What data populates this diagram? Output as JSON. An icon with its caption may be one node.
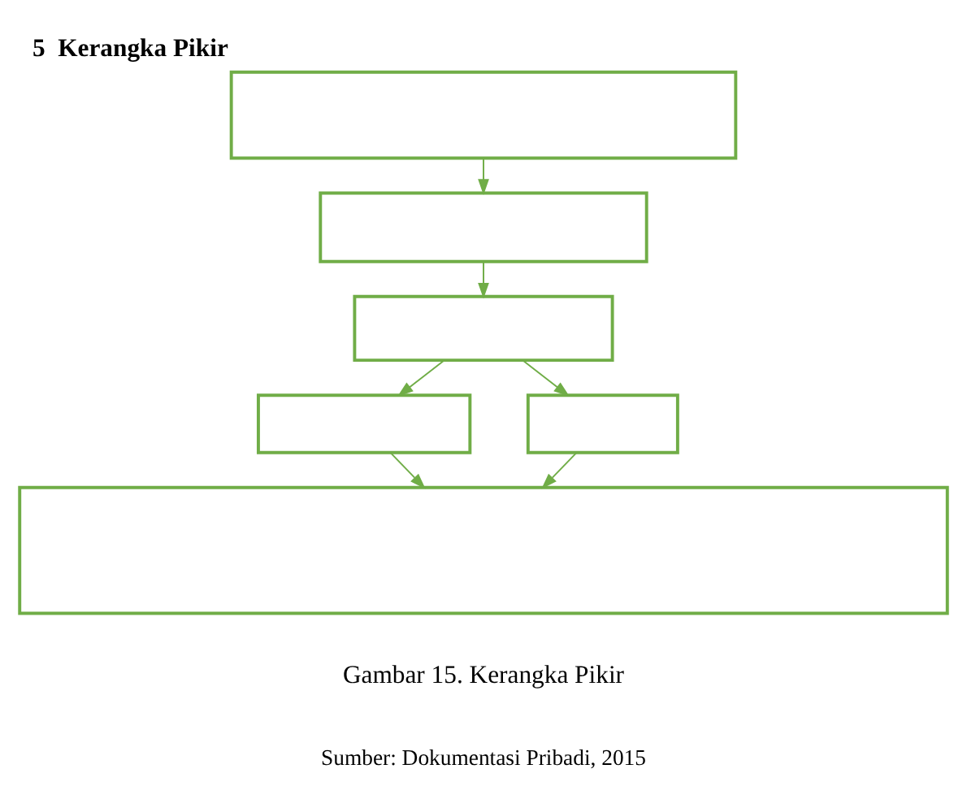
{
  "diagram": {
    "title": "5  Kerangka Pikir",
    "caption": "Gambar 15. Kerangka Pikir",
    "nodes": [
      {
        "text": [],
        "shape": "box"
      },
      {
        "text": [],
        "shape": "box"
      },
      {
        "text": [],
        "shape": "box"
      },
      {
        "text": [],
        "shape": "box"
      },
      {
        "text": [],
        "shape": "box"
      },
      {
        "text": [],
        "shape": "box"
      }
    ],
    "edges": [
      {
        "from": 0,
        "to": 1,
        "arrow": "to"
      },
      {
        "from": 1,
        "to": 2,
        "arrow": "to"
      },
      {
        "from": 2,
        "to": 3,
        "arrow": "to"
      },
      {
        "from": 2,
        "to": 4,
        "arrow": "to"
      },
      {
        "from": 3,
        "to": 5,
        "arrow": "to"
      },
      {
        "from": 4,
        "to": 5,
        "arrow": "to"
      }
    ],
    "labels": [
      "Sumber: Dokumentasi Pribadi, 2015"
    ]
  }
}
